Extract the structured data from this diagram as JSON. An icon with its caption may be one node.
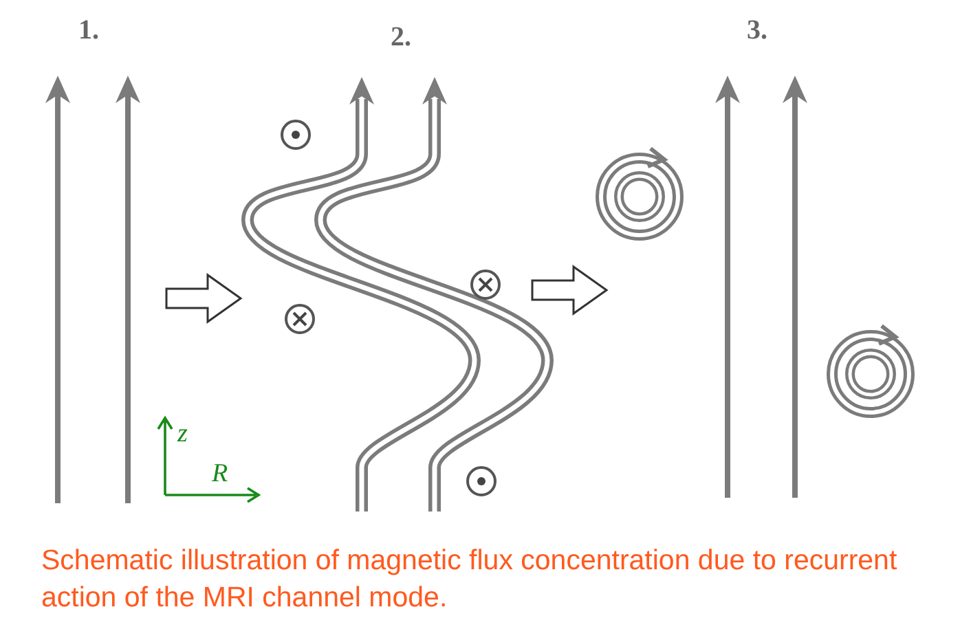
{
  "diagram": {
    "caption": "Schematic illustration of magnetic flux concentration due to recurrent action of the MRI channel mode.",
    "labels": [
      "1.",
      "2.",
      "3.",
      "z",
      "R"
    ]
  }
}
